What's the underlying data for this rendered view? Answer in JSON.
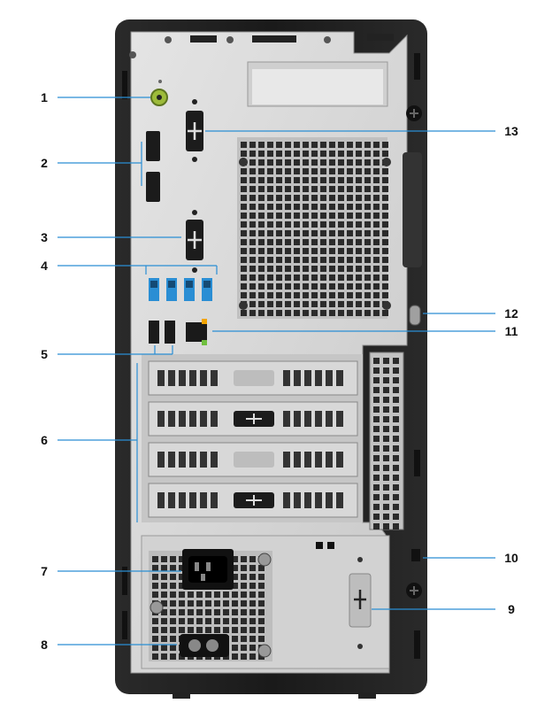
{
  "callouts": {
    "c1": "1",
    "c2": "2",
    "c3": "3",
    "c4": "4",
    "c5": "5",
    "c6": "6",
    "c7": "7",
    "c8": "8",
    "c9": "9",
    "c10": "10",
    "c11": "11",
    "c12": "12",
    "c13": "13"
  },
  "colors": {
    "chassis": "#1f1f1f",
    "panel": "#d7d7d7",
    "usb_blue": "#2a8ed4",
    "leader": "#2a8ed4",
    "audio_jack": "#9dbb3a",
    "vent": "#2b2b2b"
  },
  "icons": [
    "audio-jack-icon",
    "displayport-icon",
    "usb-icon",
    "ethernet-icon",
    "power-connector-icon",
    "lock-slot-icon",
    "padlock-ring-icon",
    "screw-icon",
    "optional-port-icon"
  ]
}
